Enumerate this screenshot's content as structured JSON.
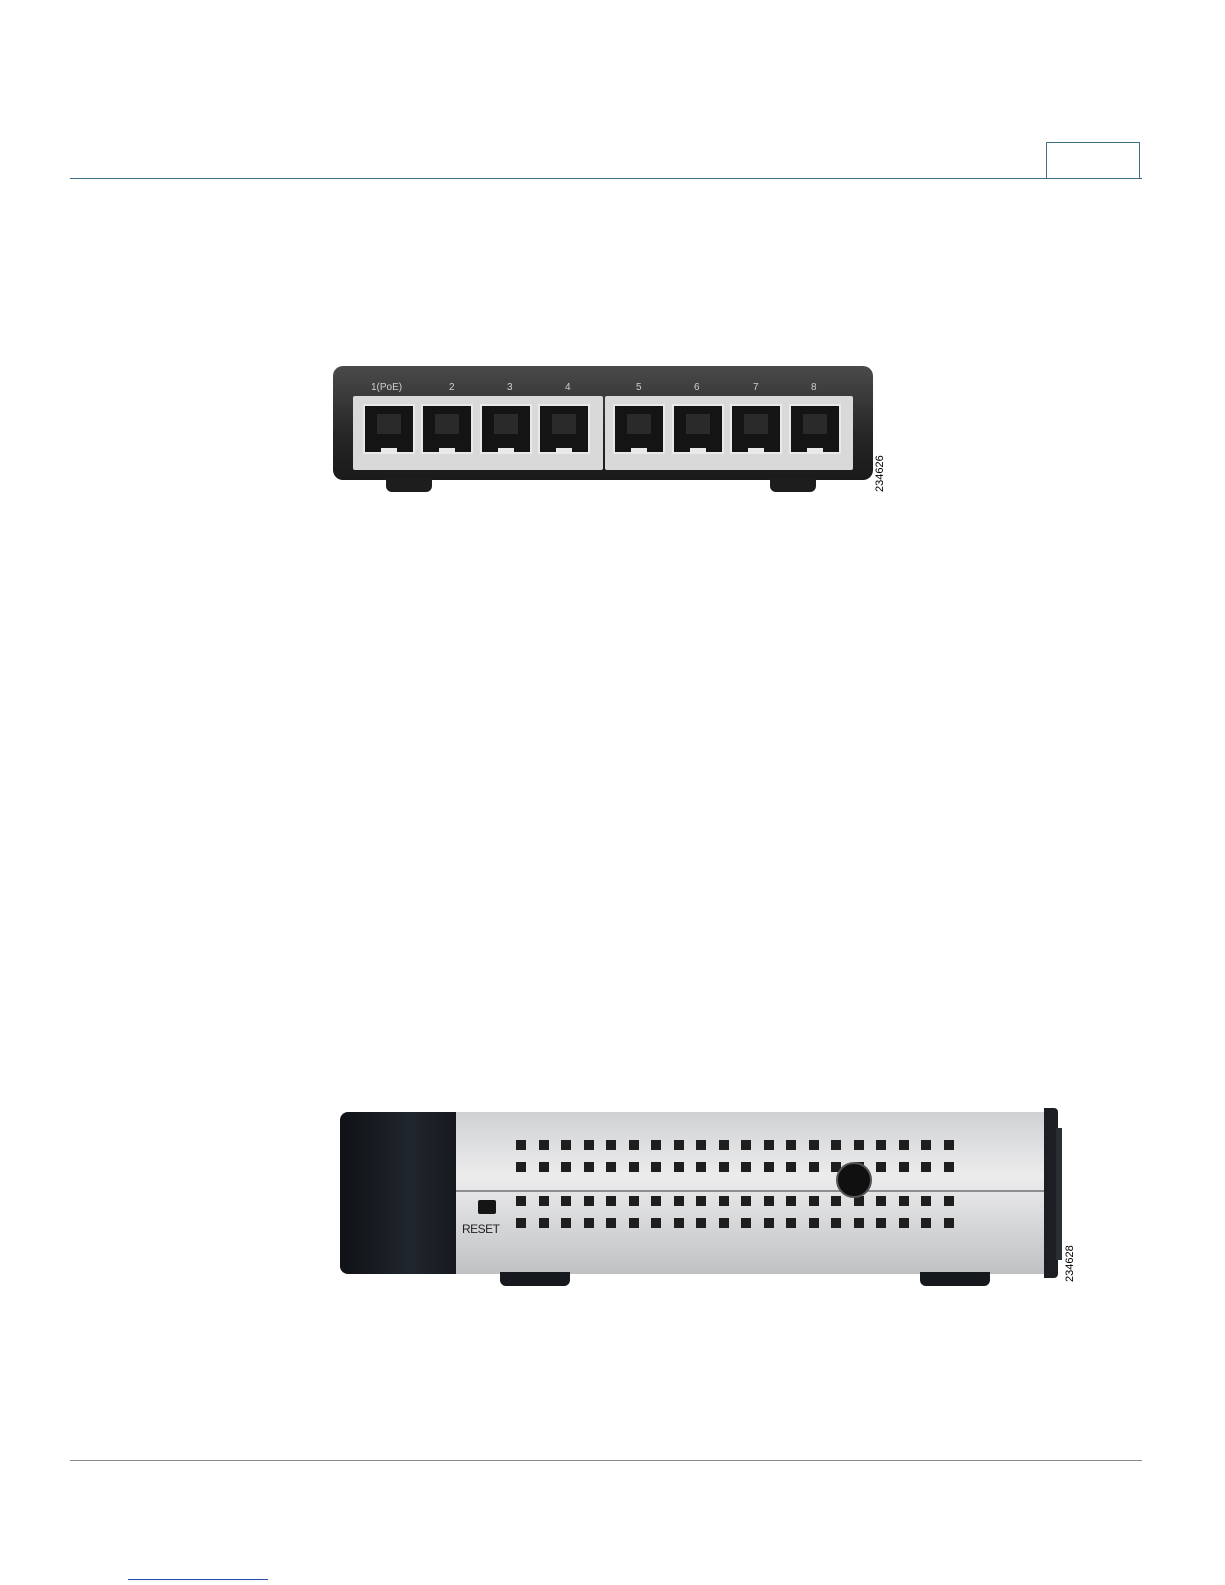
{
  "front_view": {
    "port_labels": [
      "1(PoE)",
      "2",
      "3",
      "4",
      "5",
      "6",
      "7",
      "8"
    ],
    "figure_number": "234626"
  },
  "side_view": {
    "reset_label": "RESET",
    "figure_number": "234628"
  }
}
